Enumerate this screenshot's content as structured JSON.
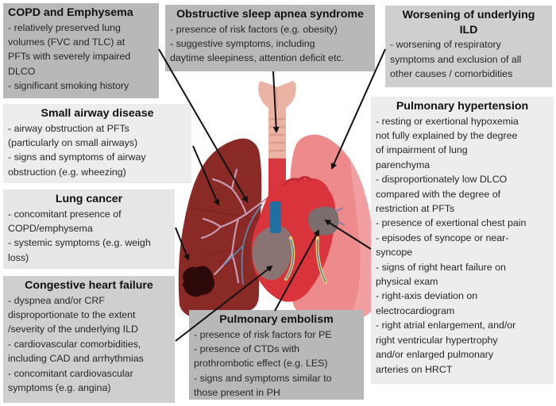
{
  "boxes": {
    "copd": {
      "title": "COPD and Emphysema",
      "lines": [
        "- relatively preserved  lung",
        "volumes (FVC and TLC) at",
        "PFTs with severely impaired",
        "DLCO",
        "- significant smoking history"
      ]
    },
    "osas": {
      "title": "Obstructive sleep apnea syndrome",
      "lines": [
        "- presence  of risk factors (e.g. obesity)",
        "- suggestive  symptoms, including",
        "daytime sleepiness,  attention deficit etc."
      ]
    },
    "ild": {
      "title_line1": "Worsening of underlying",
      "title_line2": "ILD",
      "lines": [
        "- worsening  of respiratory",
        "symptoms and exclusion of all",
        "other causes / comorbidities"
      ]
    },
    "small_airway": {
      "title": "Small airway disease",
      "lines": [
        "- airway obstruction at PFTs",
        "(particularly on small airways)",
        "- signs and symptoms of airway",
        "obstruction (e.g. wheezing)"
      ]
    },
    "lung_cancer": {
      "title": "Lung cancer",
      "lines": [
        "- concomitant presence of",
        "COPD/emphysema",
        "- systemic symptoms (e.g. weigh",
        "loss)"
      ]
    },
    "chf": {
      "title": "Congestive heart failure",
      "lines": [
        "- dyspnea and/or CRF",
        "disproportionate to the extent",
        "/severity of the underlying ILD",
        "- cardiovascular comorbidities,",
        "including CAD and arrhythmias",
        "- concomitant cardiovascular",
        "symptoms (e.g. angina)"
      ]
    },
    "pe": {
      "title": "Pulmonary embolism",
      "lines": [
        "- presence  of risk factors for PE",
        "- presence  of CTDs with",
        "prothrombotic effect (e.g. LES)",
        "- signs and symptoms similar to",
        "those present  in PH"
      ]
    },
    "ph": {
      "title": "Pulmonary hypertension",
      "lines": [
        "- resting or exertional hypoxemia",
        "not fully explained by the degree",
        "of impairment of lung",
        "parenchyma",
        "- disproportionately  low DLCO",
        "compared with the degree of",
        "restriction at PFTs",
        "- presence  of exertional chest pain",
        "- episodes  of syncope or near-",
        "syncope",
        "- signs of right heart failure on",
        "physical exam",
        "- right-axis deviation on",
        "electrocardiogram",
        "- right atrial enlargement, and/or",
        "right ventricular hypertrophy",
        "and/or enlarged pulmonary",
        "arteries on HRCT"
      ]
    }
  },
  "colors": {
    "box_dark": "#b8b8b8",
    "box_mid": "#cfcfcf",
    "box_light": "#e6e6e6",
    "left_lung": "#8a2a26",
    "right_lung": "#ec8a8c",
    "heart": "#d9333c",
    "trachea": "#eab3a4",
    "aorta_blue": "#1f6fa0",
    "arrow": "#111111"
  },
  "illustration": {
    "label": "lungs-and-heart-illustration"
  }
}
